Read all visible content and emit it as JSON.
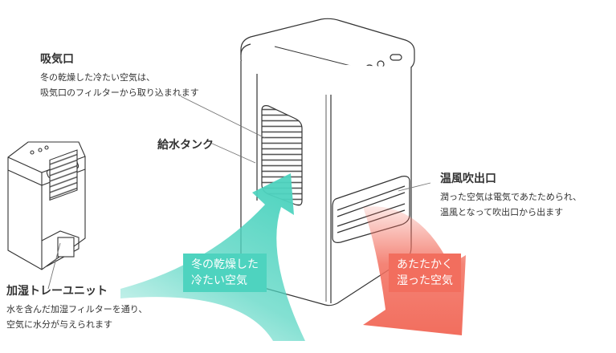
{
  "labels": {
    "intake": {
      "title": "吸気口",
      "lines": [
        "冬の乾燥した冷たい空気は、",
        "吸気口のフィルターから取り込まれます"
      ]
    },
    "tank": {
      "title": "給水タンク"
    },
    "outlet": {
      "title": "温風吹出口",
      "lines": [
        "潤った空気は電気であたためられ、",
        "温風となって吹出口から出ます"
      ]
    },
    "tray": {
      "title": "加湿トレーユニット",
      "lines": [
        "水を含んだ加湿フィルターを通り、",
        "空気に水分が与えられます"
      ]
    }
  },
  "arrows": {
    "cold": {
      "lines": [
        "冬の乾燥した",
        "冷たい空気"
      ],
      "color": "#4ed3bf"
    },
    "warm": {
      "lines": [
        "あたたかく",
        "湿った空気"
      ],
      "color": "#f26e5e"
    }
  }
}
